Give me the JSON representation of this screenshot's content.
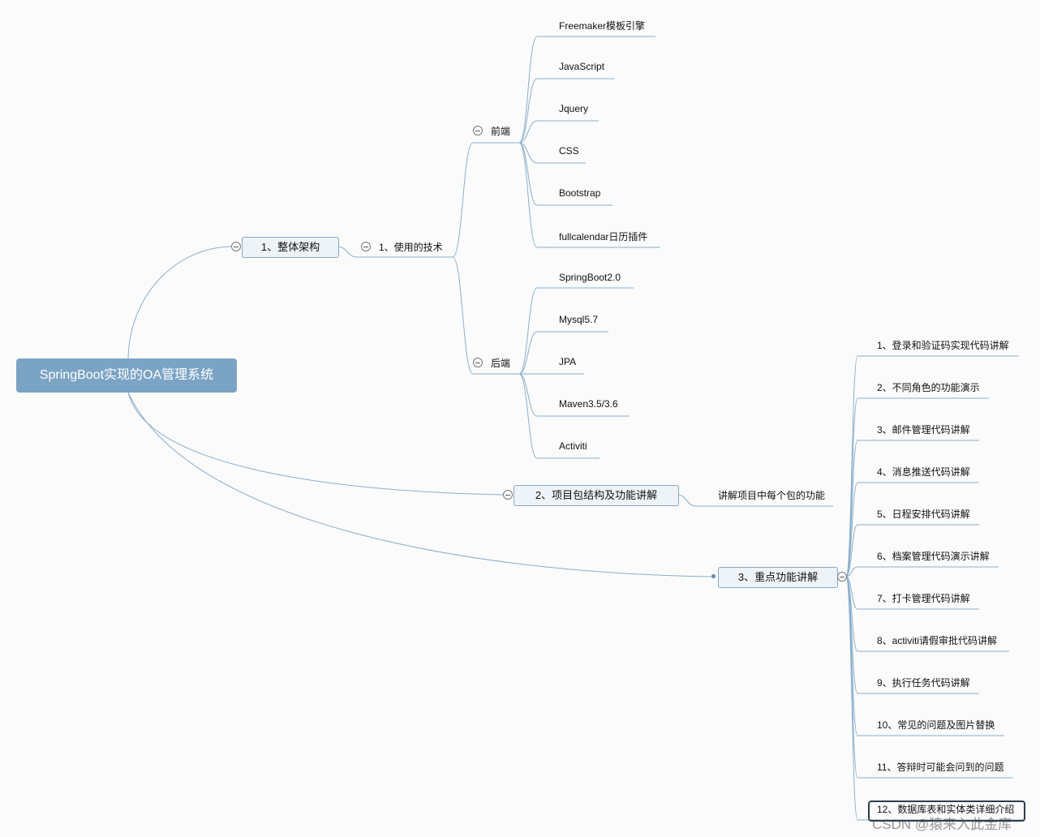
{
  "root": "SpringBoot实现的OA管理系统",
  "branch1": {
    "title": "1、整体架构",
    "sub": "1、使用的技术",
    "frontend": {
      "title": "前端",
      "items": [
        "Freemaker模板引擎",
        "JavaScript",
        "Jquery",
        "CSS",
        "Bootstrap",
        "fullcalendar日历插件"
      ]
    },
    "backend": {
      "title": "后端",
      "items": [
        "SpringBoot2.0",
        "Mysql5.7",
        "JPA",
        "Maven3.5/3.6",
        "Activiti"
      ]
    }
  },
  "branch2": {
    "title": "2、项目包结构及功能讲解",
    "sub": "讲解项目中每个包的功能"
  },
  "branch3": {
    "title": "3、重点功能讲解",
    "items": [
      "1、登录和验证码实现代码讲解",
      "2、不同角色的功能演示",
      "3、邮件管理代码讲解",
      "4、消息推送代码讲解",
      "5、日程安排代码讲解",
      "6、档案管理代码演示讲解",
      "7、打卡管理代码讲解",
      "8、activiti请假审批代码讲解",
      "9、执行任务代码讲解",
      "10、常见的问题及图片替换",
      "11、答辩时可能会问到的问题",
      "12、数据库表和实体类详细介绍"
    ]
  },
  "watermark": "CSDN @猿来入此金库",
  "colors": {
    "root_fill": "#7ba3c4",
    "line": "#8aaecb",
    "box_border": "#86a9c8",
    "box_fill": "#eef3f8"
  }
}
